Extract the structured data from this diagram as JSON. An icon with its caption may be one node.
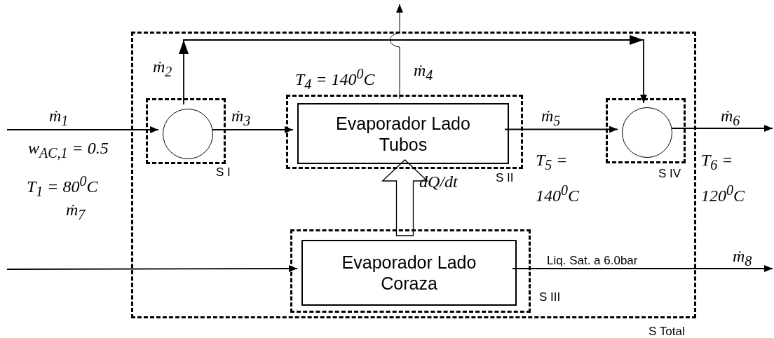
{
  "diagram": {
    "nodes": [
      {
        "text": [
          "S Total"
        ]
      },
      {
        "text": [
          "S I"
        ],
        "in": 0
      },
      {
        "text": [],
        "shape": "circle",
        "in": 1
      },
      {
        "text": [
          "S II"
        ],
        "in": 0
      },
      {
        "text": [
          "Evaporador Lado Tubos"
        ],
        "in": 3
      },
      {
        "text": [
          "S IV"
        ],
        "in": 0
      },
      {
        "text": [],
        "shape": "circle",
        "in": 5
      },
      {
        "text": [
          "S III"
        ],
        "in": 0
      },
      {
        "text": [
          "Evaporador Lado Coraza"
        ],
        "in": 7
      }
    ],
    "edges": [
      {
        "from": null,
        "to": 2,
        "arrow": "to",
        "label": "ṁ$_{1}$"
      },
      {
        "from": 2,
        "to": 6,
        "arrow": "to",
        "label": "ṁ$_{2}$"
      },
      {
        "from": 2,
        "to": 4,
        "arrow": "to",
        "label": "ṁ$_{3}$"
      },
      {
        "from": 4,
        "to": null,
        "arrow": "to",
        "label": "ṁ$_{4}$"
      },
      {
        "from": 4,
        "to": 6,
        "arrow": "to",
        "label": "ṁ$_{5}$"
      },
      {
        "from": 6,
        "to": null,
        "arrow": "to",
        "label": "ṁ$_{6}$"
      },
      {
        "from": 8,
        "to": 4,
        "arrow": "to",
        "label": "dQ/dt",
        "style": "thick"
      },
      {
        "from": null,
        "to": 8,
        "arrow": "to",
        "label": "ṁ$_{7}$"
      },
      {
        "from": 8,
        "to": null,
        "arrow": "to",
        "label": "ṁ$_{8}$"
      }
    ],
    "labels": [
      "w$_{AC,1}$ = 0.5",
      "T$_{1}$ = 80$^{0}$C",
      "T$_{4}$ = 140$^{0}$C",
      "T$_{5}$ = 140$^{0}$C",
      "T$_{6}$ = 120$^{0}$C",
      "Liq. Sat. a 6.0bar"
    ]
  }
}
